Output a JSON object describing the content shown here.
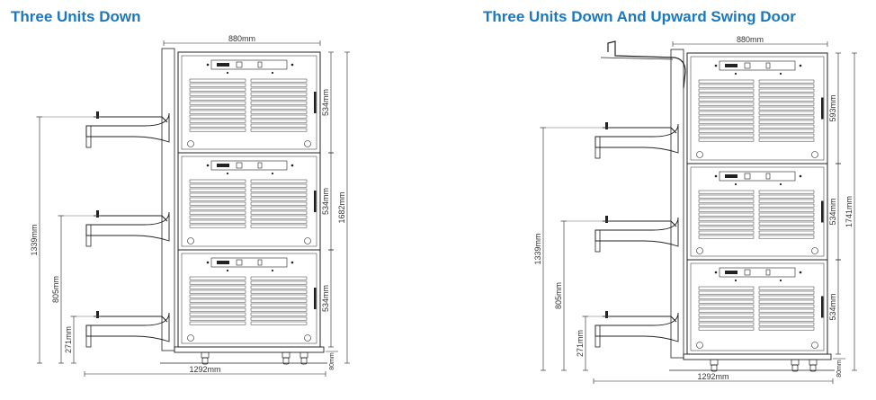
{
  "left": {
    "title": "Three Units Down",
    "dims": {
      "width": "880mm",
      "unit_height_top": "534mm",
      "unit_height_mid": "534mm",
      "unit_height_bot": "534mm",
      "total_height": "1682mm",
      "h_top_shelf": "1339mm",
      "h_mid_shelf": "805mm",
      "h_bot_shelf": "271mm",
      "base": "80mm",
      "depth": "1292mm"
    }
  },
  "right": {
    "title": "Three Units Down And Upward Swing Door",
    "dims": {
      "width": "880mm",
      "unit_height_top": "593mm",
      "unit_height_mid": "534mm",
      "unit_height_bot": "534mm",
      "total_height": "1741mm",
      "h_top_shelf": "1339mm",
      "h_mid_shelf": "805mm",
      "h_bot_shelf": "271mm",
      "base": "80mm",
      "depth": "1292mm"
    }
  }
}
